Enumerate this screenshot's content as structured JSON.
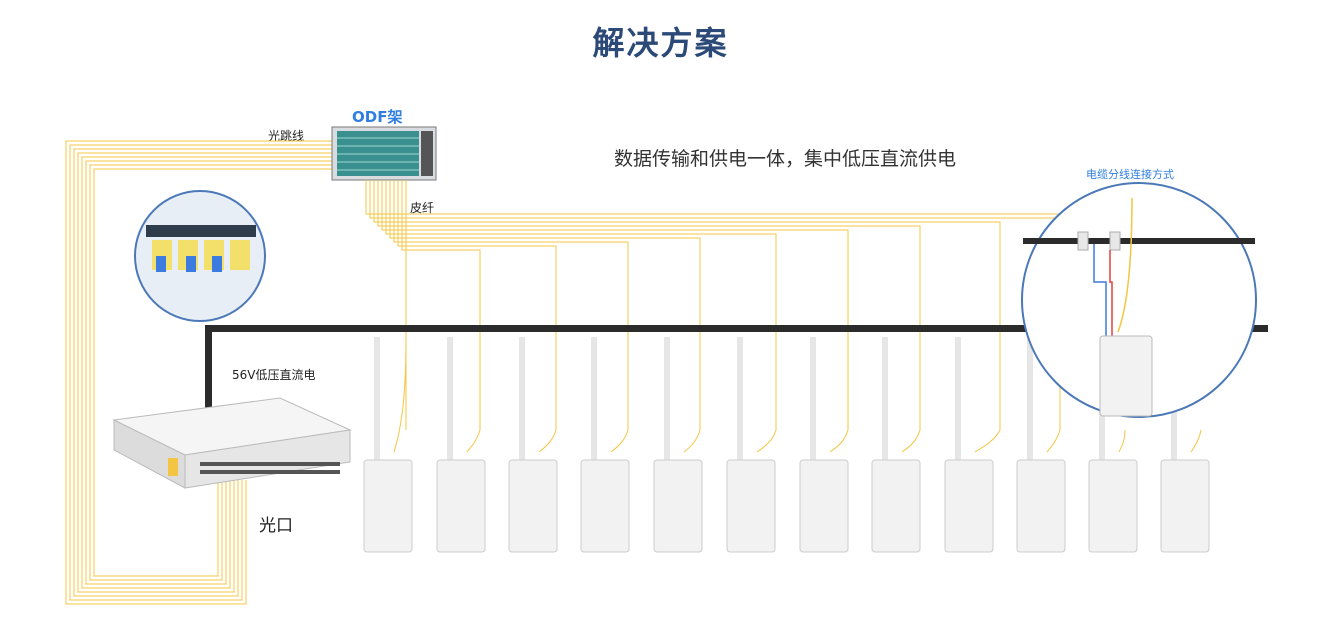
{
  "title": "解决方案",
  "subtitle": "数据传输和供电一体，集中低压直流供电",
  "labels": {
    "odf": "ODF架",
    "patch_cord": "光跳线",
    "pigtail": "皮纤",
    "power": "56V低压直流电",
    "optical_port": "光口",
    "cable_branch": "电缆分线连接方式"
  },
  "colors": {
    "title": "#2c4a78",
    "accent_blue": "#2f7ee0",
    "fiber": "#f4c542",
    "power_line": "#2b2b2b",
    "device": "#f2f2f2"
  },
  "ap_count": 12
}
